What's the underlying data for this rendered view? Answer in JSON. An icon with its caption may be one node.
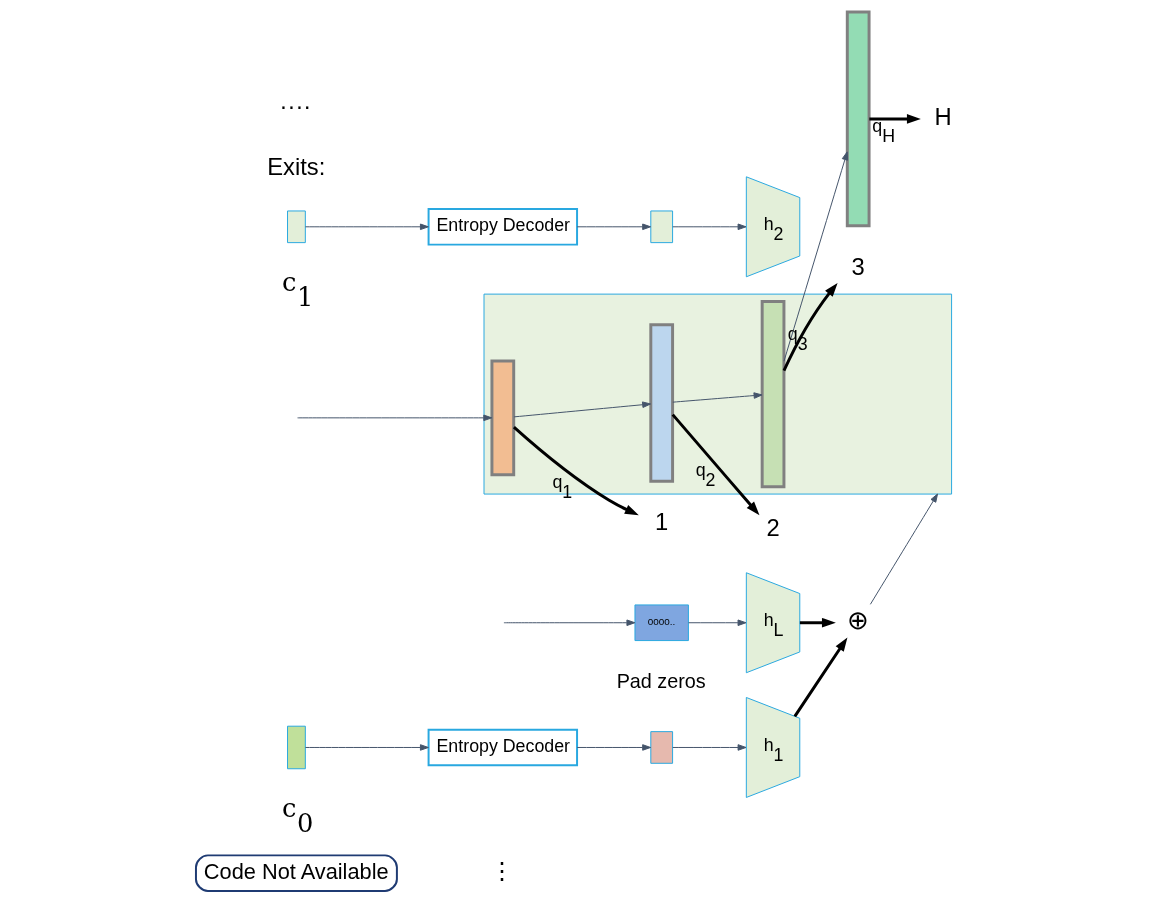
{
  "diagram": {
    "nodes": [
      {
        "text": [
          "Code Not Available"
        ]
      },
      {
        "text": [
          "0000.."
        ],
        "beside": [
          "Pad zeros"
        ]
      },
      {
        "text": [
          "h$_{L}$"
        ]
      },
      {
        "text": [],
        "shape": "box",
        "beside": [
          "c$_{1}$"
        ]
      },
      {
        "text": [
          "Entropy Decoder"
        ]
      },
      {
        "text": [],
        "shape": "box"
      },
      {
        "text": [
          "h$_{2}$"
        ]
      },
      {
        "text": [
          "⊕"
        ]
      },
      {
        "text": [],
        "shape": "box",
        "beside": [
          "c$_{0}$"
        ]
      },
      {
        "text": [
          "Entropy Decoder"
        ]
      },
      {
        "text": [],
        "shape": "box"
      },
      {
        "text": [
          "h$_{1}$"
        ]
      },
      {
        "text": [],
        "shape": "box"
      },
      {
        "text": [],
        "shape": "bar",
        "in": 12
      },
      {
        "text": [],
        "shape": "bar",
        "in": 12
      },
      {
        "text": [],
        "shape": "bar",
        "in": 12
      },
      {
        "text": [],
        "shape": "bar"
      },
      {
        "text": [
          "1"
        ]
      },
      {
        "text": [
          "2"
        ]
      },
      {
        "text": [
          "3"
        ]
      },
      {
        "text": [
          "H"
        ]
      }
    ],
    "edges": [
      {
        "from": null,
        "to": 1,
        "arrow": "to"
      },
      {
        "from": 1,
        "to": 2,
        "arrow": "to"
      },
      {
        "from": 2,
        "to": 7,
        "arrow": "to",
        "style": "thick",
        "color": "#000000"
      },
      {
        "from": 3,
        "to": 4,
        "arrow": "to"
      },
      {
        "from": 4,
        "to": 5,
        "arrow": "to"
      },
      {
        "from": 5,
        "to": 6,
        "arrow": "to"
      },
      {
        "from": 8,
        "to": 9,
        "arrow": "to"
      },
      {
        "from": 9,
        "to": 10,
        "arrow": "to"
      },
      {
        "from": 10,
        "to": 11,
        "arrow": "to"
      },
      {
        "from": 11,
        "to": 7,
        "arrow": "to",
        "style": "thick",
        "color": "#000000"
      },
      {
        "from": 7,
        "to": 12,
        "arrow": "to"
      },
      {
        "from": null,
        "to": 13,
        "arrow": "to"
      },
      {
        "from": 13,
        "to": 14,
        "arrow": "to"
      },
      {
        "from": 14,
        "to": 15,
        "arrow": "to"
      },
      {
        "from": 15,
        "to": 16,
        "arrow": "to"
      },
      {
        "from": 13,
        "to": 17,
        "label": "q$_{1}$",
        "arrow": "to",
        "style": "thick",
        "color": "#000000"
      },
      {
        "from": 14,
        "to": 18,
        "label": "q$_{2}$",
        "arrow": "to",
        "style": "thick",
        "color": "#000000"
      },
      {
        "from": 15,
        "to": 19,
        "label": "q$_{3}$",
        "arrow": "to",
        "style": "thick",
        "color": "#000000"
      },
      {
        "from": 16,
        "to": 20,
        "label": "q$_{H}$",
        "arrow": "to",
        "style": "thick",
        "color": "#000000"
      }
    ],
    "labels": [
      "⋮",
      "Exits:",
      "····"
    ]
  }
}
